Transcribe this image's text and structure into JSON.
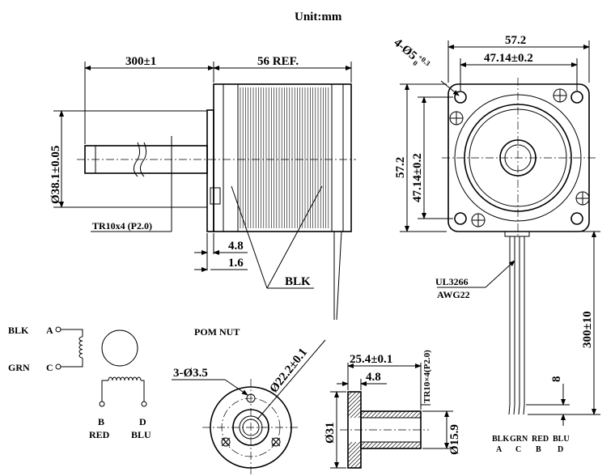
{
  "unit_label": "Unit:mm",
  "side_view": {
    "shaft_length": "300±1",
    "body_length": "56 REF.",
    "shaft_dia": "Ø38.1±0.05",
    "thread": "TR10x4 (P2.0)",
    "flange_thick": "4.8",
    "pilot": "1.6",
    "wire_color": "BLK"
  },
  "front_view": {
    "holes": "4-Ø5",
    "hole_tol_upper": "+0.3",
    "hole_tol_lower": "0",
    "width": "57.2",
    "hole_spacing_x": "47.14±0.2",
    "height": "57.2",
    "hole_spacing_y": "47.14±0.2",
    "cable_type": "UL3266",
    "cable_gauge": "AWG22",
    "cable_length": "300±10",
    "strip_length": "8"
  },
  "wiring": {
    "lead_a_color": "BLK",
    "lead_a": "A",
    "lead_c_color": "GRN",
    "lead_c": "C",
    "lead_b": "B",
    "lead_b_color": "RED",
    "lead_d": "D",
    "lead_d_color": "BLU"
  },
  "nut": {
    "title": "POM NUT",
    "holes": "3-Ø3.5",
    "pcd": "Ø22.2±0.1",
    "length": "25.4±0.1",
    "flange": "4.8",
    "thread": "TR10×4(P2.0)",
    "outer_dia": "Ø31",
    "body_dia": "Ø15.9"
  },
  "connector": {
    "labels": [
      "BLK",
      "GRN",
      "RED",
      "BLU"
    ],
    "pins": [
      "A",
      "C",
      "B",
      "D"
    ]
  }
}
